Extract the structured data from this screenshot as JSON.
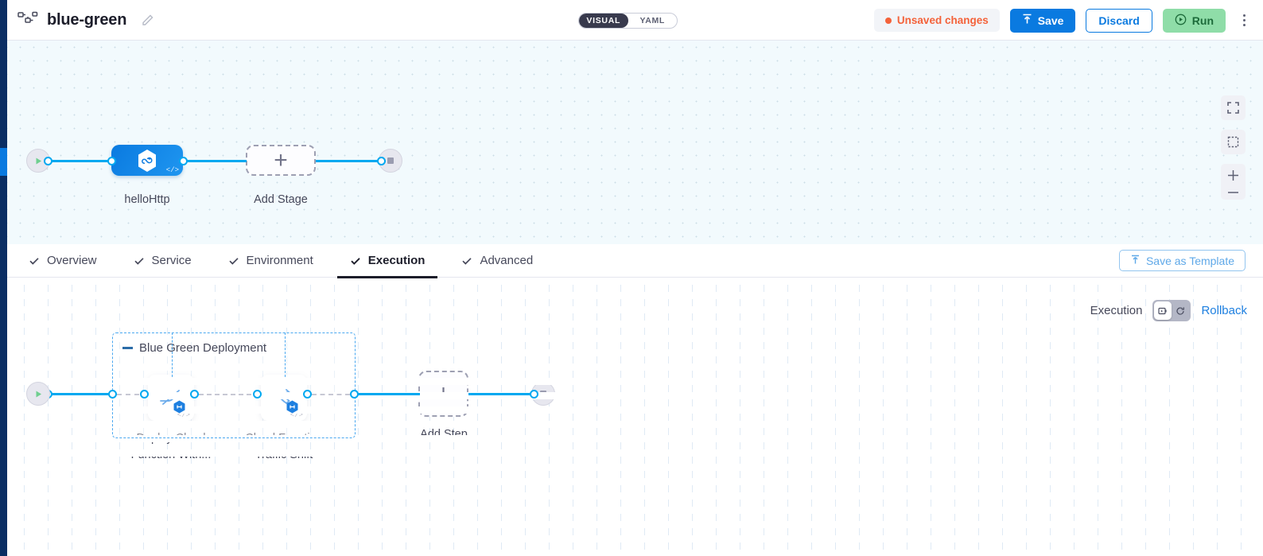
{
  "header": {
    "pipeline_icon": "pipeline-nodes-icon",
    "title": "blue-green",
    "edit_icon": "pencil-icon",
    "mode_toggle": {
      "options": [
        "VISUAL",
        "YAML"
      ],
      "selected": "VISUAL"
    },
    "unsaved_label": "Unsaved changes",
    "save_label": "Save",
    "save_icon": "upload-icon",
    "discard_label": "Discard",
    "run_label": "Run",
    "run_icon": "play-circle-icon",
    "menu_icon": "kebab-menu-icon",
    "accent_blue": "#0a7ae0",
    "accent_green": "#8fdda8",
    "accent_orange": "#f4623a"
  },
  "canvas_top": {
    "start_node": "start-node",
    "end_node": "end-node",
    "nodes": [
      {
        "label": "helloHttp",
        "type": "stage",
        "icon": "harness-hexagon-icon",
        "badge": "</>"
      },
      {
        "label": "Add Stage",
        "type": "add",
        "icon": "plus-icon"
      }
    ],
    "controls": [
      {
        "name": "fit-to-screen-icon"
      },
      {
        "name": "selection-box-icon"
      },
      {
        "name": "zoom-in-icon"
      },
      {
        "name": "zoom-out-icon"
      }
    ]
  },
  "tabs": {
    "items": [
      {
        "label": "Overview",
        "active": false
      },
      {
        "label": "Service",
        "active": false
      },
      {
        "label": "Environment",
        "active": false
      },
      {
        "label": "Execution",
        "active": true
      },
      {
        "label": "Advanced",
        "active": false
      }
    ],
    "save_template_label": "Save as Template",
    "save_template_icon": "upload-line-icon"
  },
  "canvas_bottom": {
    "exec_label": "Execution",
    "toggle_left_icon": "execution-flow-icon",
    "toggle_right_icon": "rollback-rotate-icon",
    "toggle_selected": "left",
    "rollback_label": "Rollback",
    "group": {
      "title": "Blue Green Deployment",
      "collapse_icon": "collapse-dash-icon",
      "steps": [
        {
          "label": "Deploy Cloud Function With...",
          "icon": "deploy-cloud-function-icon",
          "badge": "</>",
          "hex_badge": "harness-hex-badge"
        },
        {
          "label": "Cloud Function Traffic Shift",
          "icon": "traffic-shift-icon",
          "badge": "</>",
          "hex_badge": "harness-hex-badge"
        }
      ]
    },
    "add_step": {
      "label": "Add Step",
      "icon": "plus-icon"
    },
    "start_node": "start-node",
    "end_node": "end-node"
  }
}
